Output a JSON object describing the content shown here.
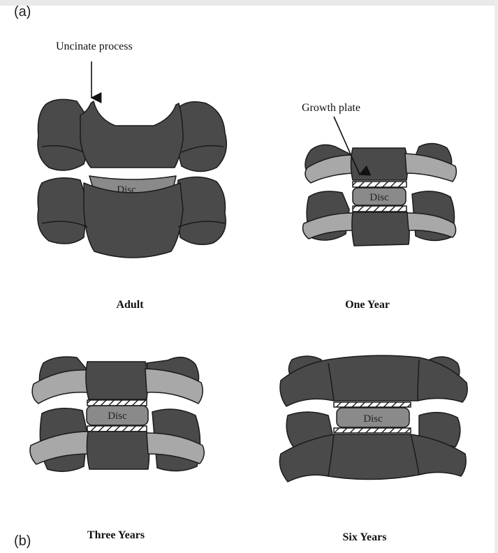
{
  "panels": {
    "a": "(a)",
    "b": "(b)"
  },
  "labels": {
    "uncinate": "Uncinate process",
    "growth_plate": "Growth plate"
  },
  "captions": {
    "adult": "Adult",
    "one_year": "One Year",
    "three_years": "Three Years",
    "six_years": "Six Years"
  },
  "disc_label": "Disc",
  "colors": {
    "bone_dark": "#4a4a4a",
    "bone_light": "#a8a8a8",
    "disc": "#8a8a8a",
    "outline": "#1a1a1a",
    "hatch": "#222222"
  }
}
